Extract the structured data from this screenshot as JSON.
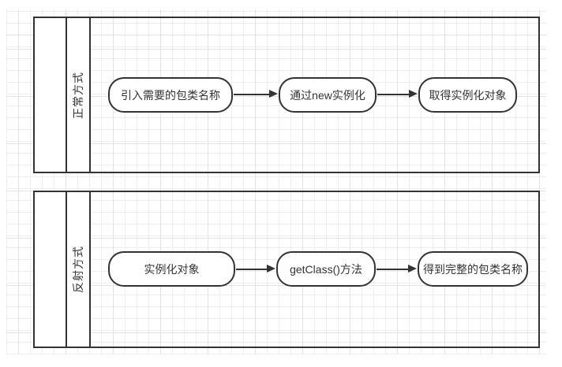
{
  "diagram": {
    "lanes": [
      {
        "label": "正常方式",
        "nodes": [
          {
            "label": "引入需要的包类名称"
          },
          {
            "label": "通过new实例化"
          },
          {
            "label": "取得实例化对象"
          }
        ]
      },
      {
        "label": "反射方式",
        "nodes": [
          {
            "label": "实例化对象"
          },
          {
            "label": "getClass()方法"
          },
          {
            "label": "得到完整的包类名称"
          }
        ]
      }
    ],
    "colors": {
      "stroke": "#333333",
      "node_fill": "#ffffff",
      "text": "#333333",
      "grid_minor": "#eeeeee",
      "grid_major": "#e2e2e2",
      "background": "#ffffff"
    }
  }
}
